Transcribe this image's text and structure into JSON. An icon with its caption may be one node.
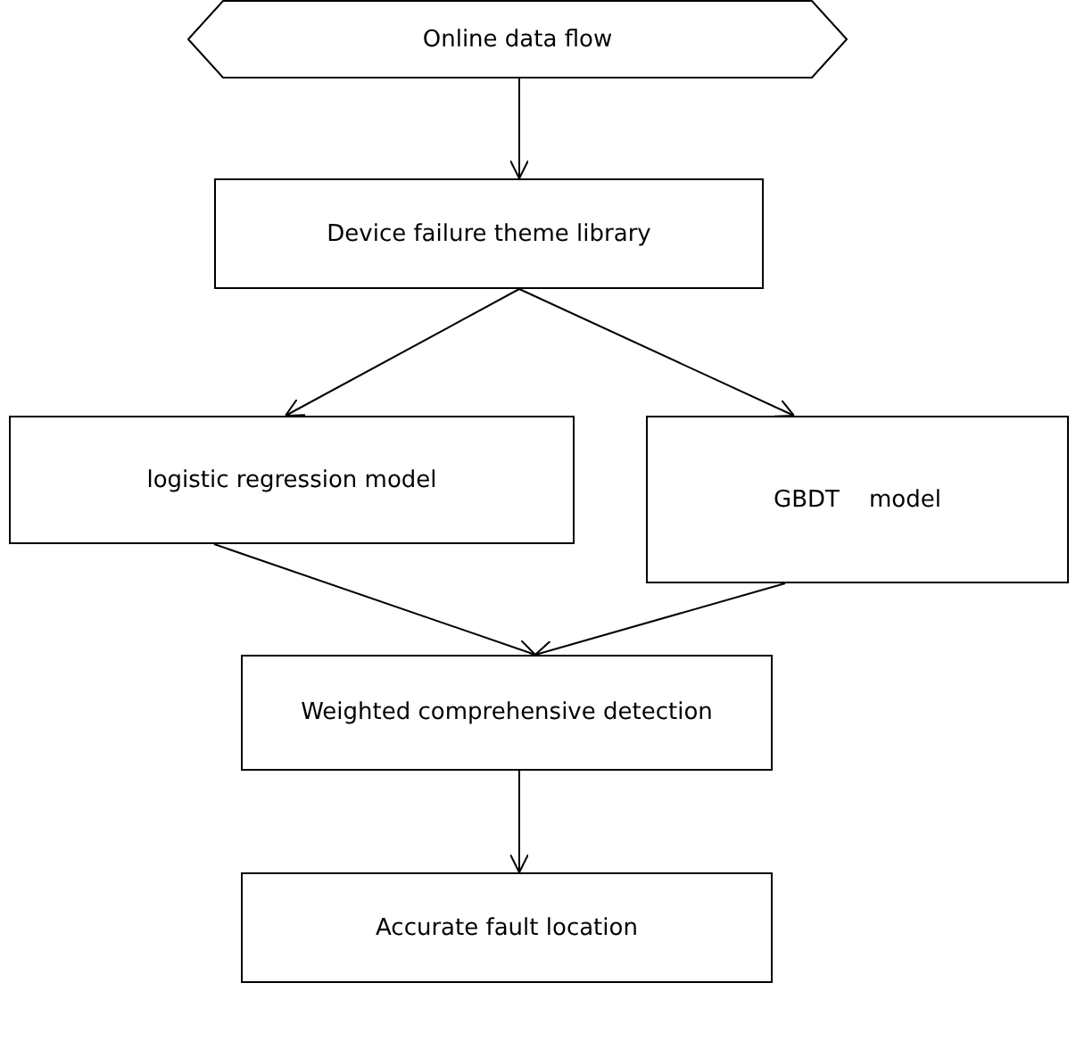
{
  "diagram": {
    "nodes": [
      {
        "text": [
          "Online data flow"
        ]
      },
      {
        "text": [
          "Device failure theme library"
        ]
      },
      {
        "text": [
          "logistic regression model"
        ]
      },
      {
        "text": [
          "GBDT    model"
        ]
      },
      {
        "text": [
          "Weighted comprehensive detection"
        ]
      },
      {
        "text": [
          "Accurate fault location"
        ]
      }
    ],
    "edges": [
      {
        "from": 0,
        "to": 1,
        "arrow": "to"
      },
      {
        "from": 1,
        "to": 2,
        "arrow": "to"
      },
      {
        "from": 1,
        "to": 3,
        "arrow": "to"
      },
      {
        "from": 2,
        "to": 4,
        "arrow": "to"
      },
      {
        "from": 3,
        "to": 4,
        "arrow": "to"
      },
      {
        "from": 4,
        "to": 5,
        "arrow": "to"
      }
    ]
  }
}
